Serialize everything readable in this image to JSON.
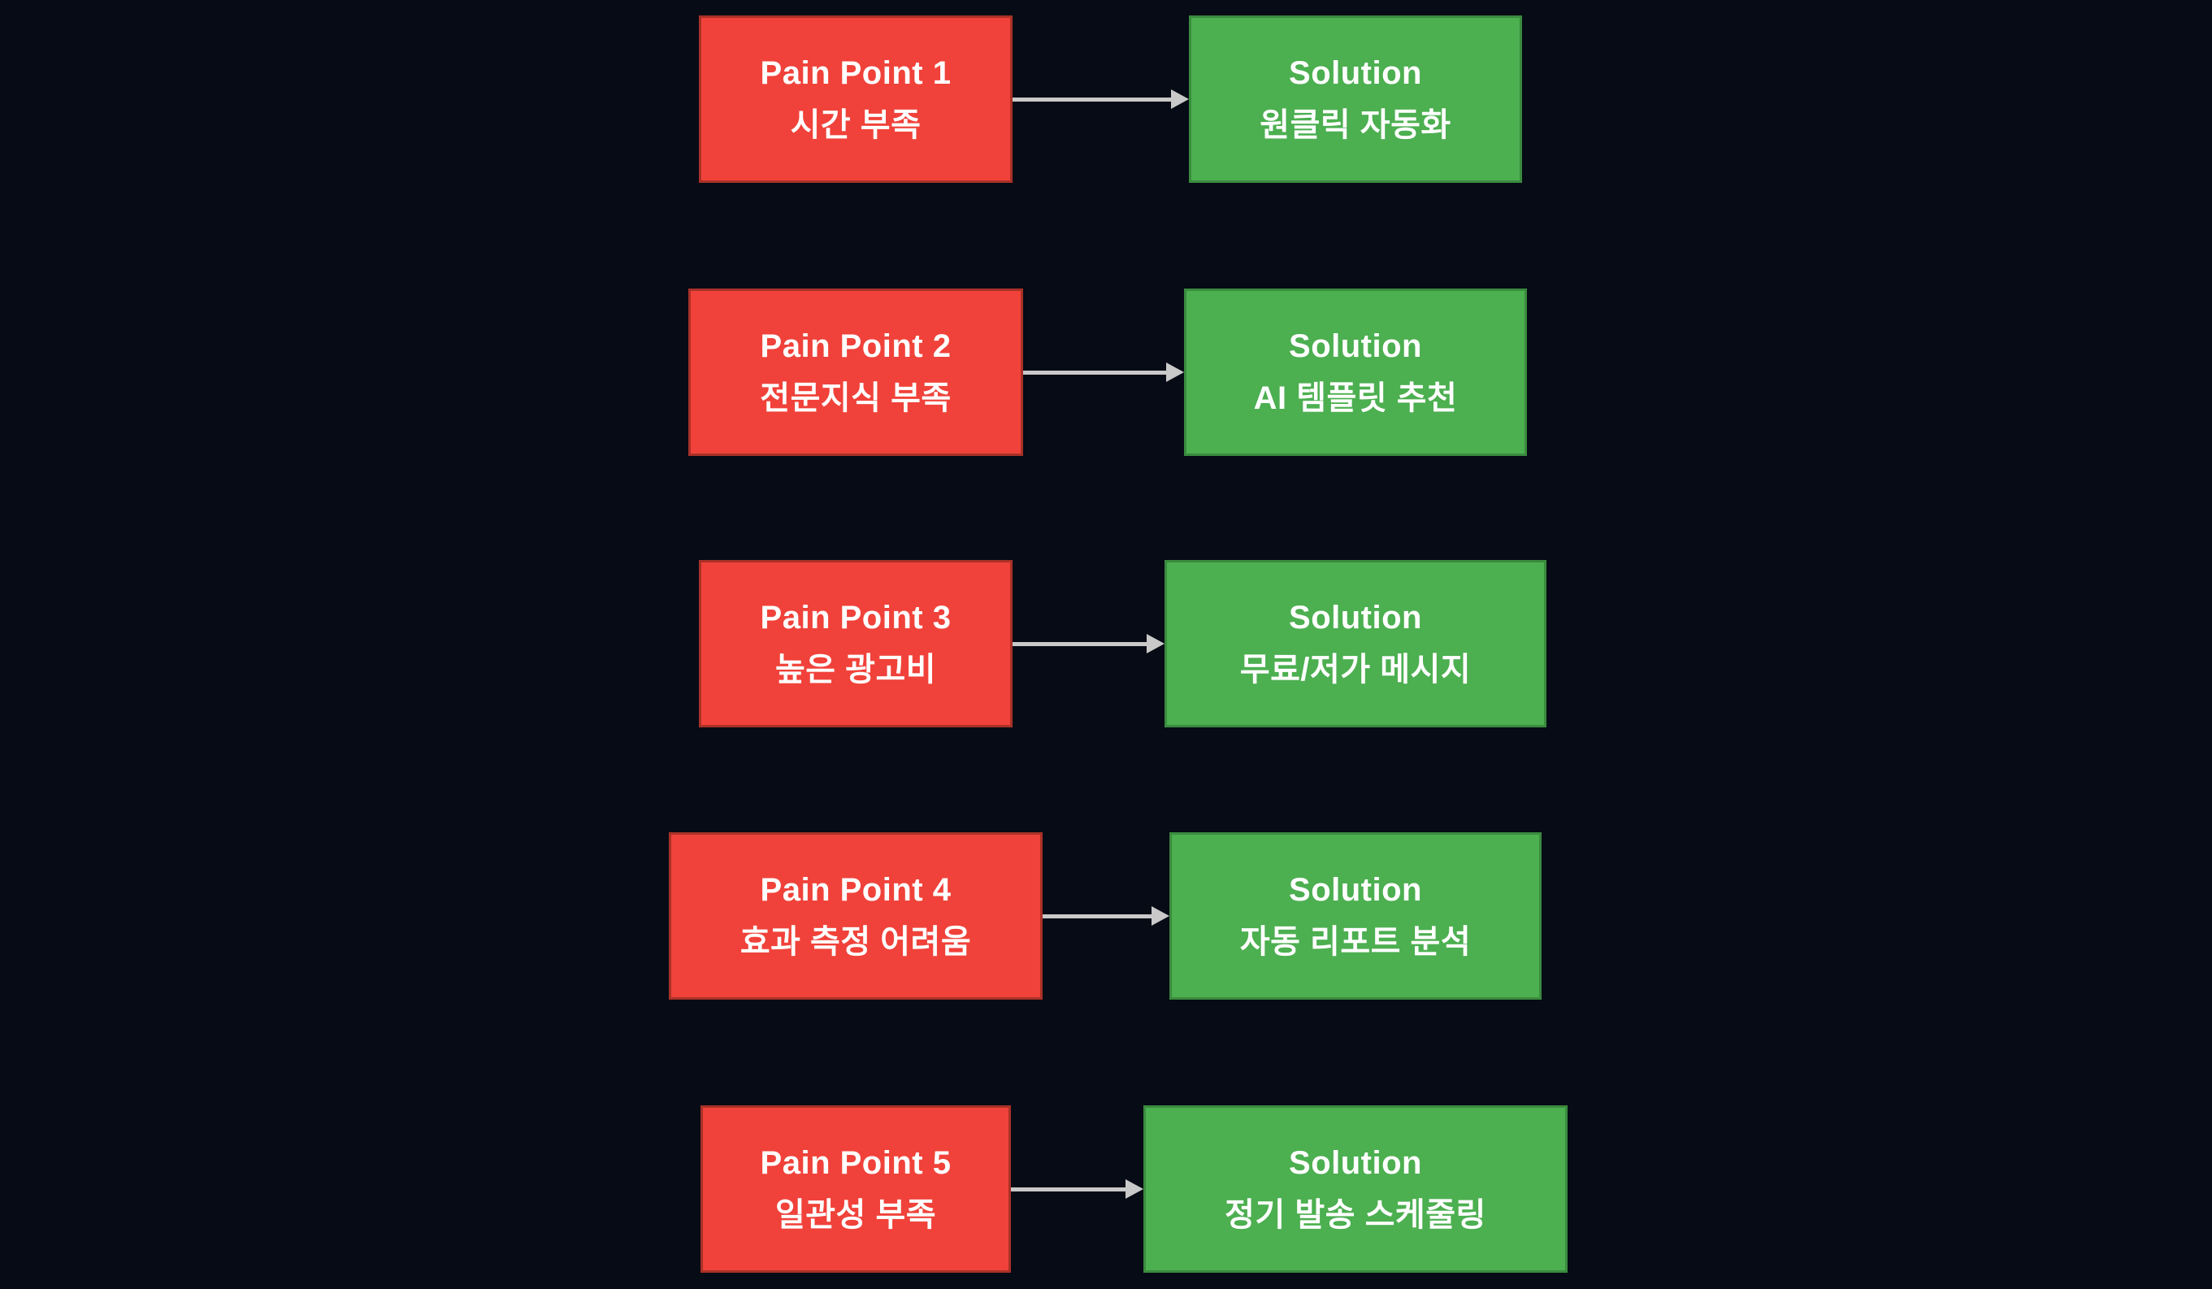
{
  "diagram": {
    "type": "pain-point-to-solution-mapping",
    "colors": {
      "background": "#060b15",
      "pain_fill": "#f0423a",
      "pain_border": "#a93127",
      "solution_fill": "#4caf50",
      "solution_border": "#3a8b3e",
      "arrow": "#c9c9c9",
      "text": "#ffffff"
    },
    "icons": {
      "connector": "arrow-right"
    },
    "rows": [
      {
        "pain_title": "Pain Point 1",
        "pain_label": "시간 부족",
        "solution_title": "Solution",
        "solution_label": "원클릭 자동화"
      },
      {
        "pain_title": "Pain Point 2",
        "pain_label": "전문지식 부족",
        "solution_title": "Solution",
        "solution_label": "AI 템플릿 추천"
      },
      {
        "pain_title": "Pain Point 3",
        "pain_label": "높은 광고비",
        "solution_title": "Solution",
        "solution_label": "무료/저가 메시지"
      },
      {
        "pain_title": "Pain Point 4",
        "pain_label": "효과 측정 어려움",
        "solution_title": "Solution",
        "solution_label": "자동 리포트 분석"
      },
      {
        "pain_title": "Pain Point 5",
        "pain_label": "일관성 부족",
        "solution_title": "Solution",
        "solution_label": "정기 발송 스케줄링"
      }
    ]
  }
}
